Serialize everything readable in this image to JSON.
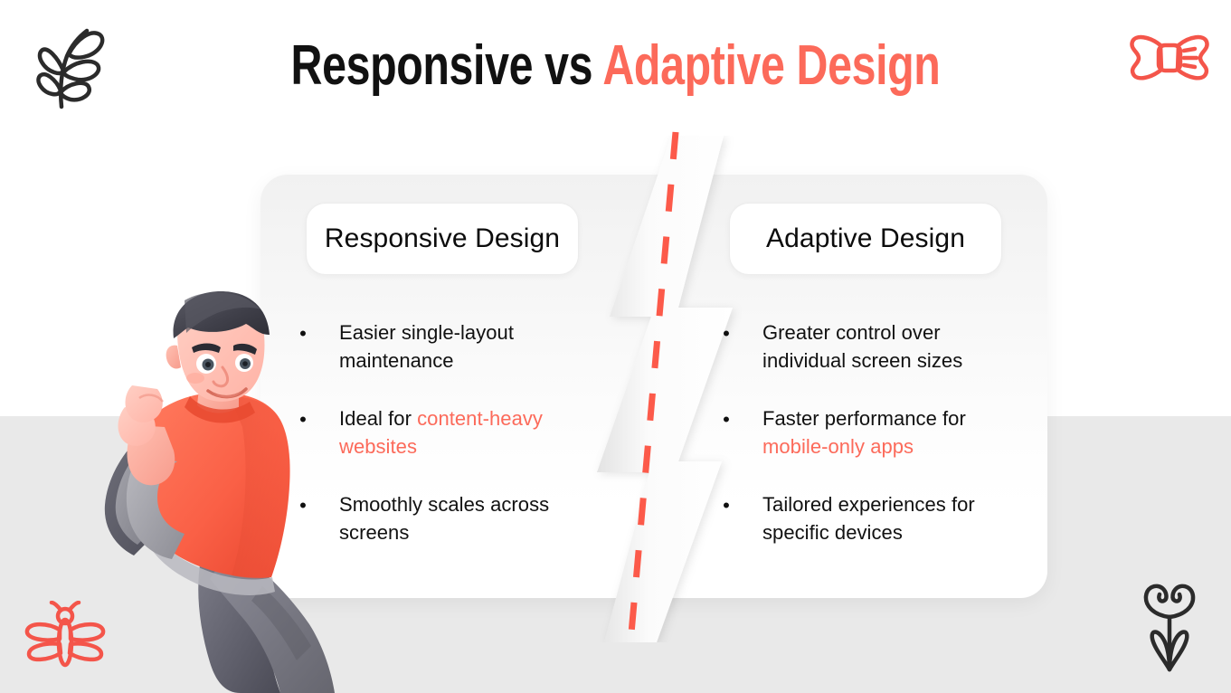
{
  "slide": {
    "title": {
      "dark_part": "Responsive vs ",
      "accent_part": "Adaptive Design"
    },
    "colors": {
      "accent": "#fc6a5a",
      "text_dark": "#111111",
      "card_background": "#f1f1f1",
      "band_background": "#e9e9e9",
      "heading_pill": "#ffffff",
      "leaf_icon": "#2b2b2b",
      "flower_icon": "#2b2b2b"
    }
  },
  "columns": {
    "left": {
      "heading": "Responsive Design",
      "bullets": [
        {
          "lead": "Easier single-layout maintenance",
          "accent": ""
        },
        {
          "lead": "Ideal for ",
          "accent": "content-heavy websites"
        },
        {
          "lead": "Smoothly scales across screens",
          "accent": ""
        }
      ]
    },
    "right": {
      "heading": "Adaptive Design",
      "bullets": [
        {
          "lead": "Greater control over individual screen sizes",
          "accent": ""
        },
        {
          "lead": "Faster performance for ",
          "accent": "mobile-only apps"
        },
        {
          "lead": "Tailored experiences for specific devices",
          "accent": ""
        }
      ]
    }
  },
  "decorations": [
    {
      "name": "leaf-branch-icon",
      "position": "top-left",
      "color": "#2b2b2b"
    },
    {
      "name": "bow-icon",
      "position": "top-right",
      "color": "#f4554a"
    },
    {
      "name": "butterfly-icon",
      "position": "bottom-left",
      "color": "#f4554a"
    },
    {
      "name": "flower-icon",
      "position": "bottom-right",
      "color": "#2b2b2b"
    }
  ],
  "divider": {
    "name": "zigzag-dashed-divider",
    "dash_color": "#fc5a4a",
    "shape_color": "#ffffff"
  },
  "illustration": {
    "name": "man-walking-illustration",
    "shirt_color": "#fa6046",
    "pants_color": "#6b6b78",
    "hair_color": "#4a4a52"
  }
}
